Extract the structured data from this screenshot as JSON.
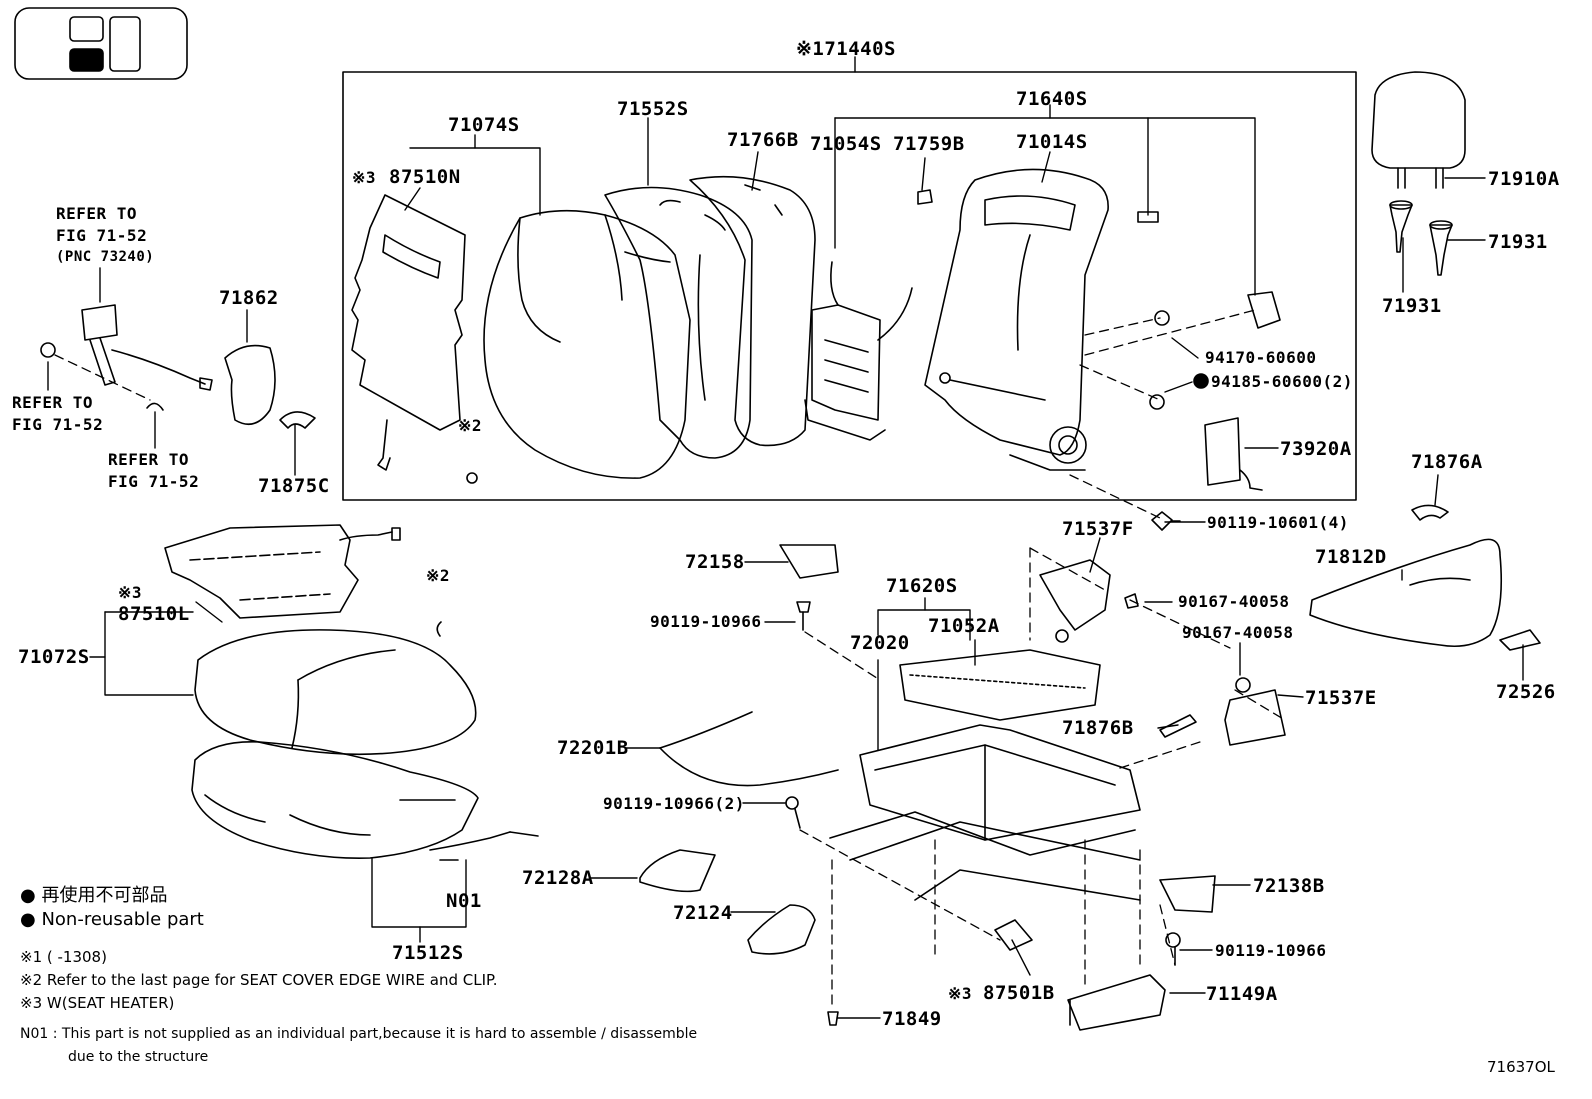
{
  "diagram": {
    "figure_code": "71637OL",
    "parts": {
      "p71440S": "※171440S",
      "p71640S": "71640S",
      "p71074S": "71074S",
      "p71552S": "71552S",
      "p71766B": "71766B",
      "p71054S": "71054S",
      "p71759B": "71759B",
      "p71014S": "71014S",
      "p87510N": "87510N",
      "p87510N_mark": "※3",
      "mark2_upper": "※2",
      "p94170": "94170-60600",
      "p94185": "94185-60600(2)",
      "p73920A": "73920A",
      "p90119_10601": "90119-10601(4)",
      "p71910A": "71910A",
      "p71931a": "71931",
      "p71931b": "71931",
      "p71862": "71862",
      "p71875C": "71875C",
      "p71876A": "71876A",
      "p71812D": "71812D",
      "p72526": "72526",
      "p71537F": "71537F",
      "p90167a": "90167-40058",
      "p90167b": "90167-40058",
      "p71537E": "71537E",
      "p71876B": "71876B",
      "p72158": "72158",
      "p90119_10966a": "90119-10966",
      "p71620S": "71620S",
      "p72020": "72020",
      "p71052A": "71052A",
      "p72201B": "72201B",
      "p90119_10966b": "90119-10966(2)",
      "p72128A": "72128A",
      "p72124": "72124",
      "p72138B": "72138B",
      "p90119_10966c": "90119-10966",
      "p87501B": "87501B",
      "p87501B_mark": "※3",
      "p71149A": "71149A",
      "p71849": "71849",
      "p71072S": "71072S",
      "p87510L": "87510L",
      "p87510L_mark": "※3",
      "mark2_lower": "※2",
      "pN01": "N01",
      "p71512S": "71512S"
    },
    "refs": {
      "ref_top_1": "REFER TO",
      "ref_top_2": "FIG 71-52",
      "ref_top_3": "(PNC 73240)",
      "ref_left_1": "REFER TO",
      "ref_left_2": "FIG 71-52",
      "ref_mid_1": "REFER TO",
      "ref_mid_2": "FIG 71-52"
    },
    "notes": {
      "nonreuse_jp": "再使用不可部品",
      "nonreuse_en": "Non-reusable part",
      "note1": "※1 (      -1308)",
      "note2": "※2 Refer to the last page for SEAT COVER EDGE WIRE and CLIP.",
      "note3": "※3 W(SEAT HEATER)",
      "note4_1": "N01 : This part is not supplied as an individual part,because it is hard to assemble / disassemble",
      "note4_2": "due to the structure"
    }
  }
}
